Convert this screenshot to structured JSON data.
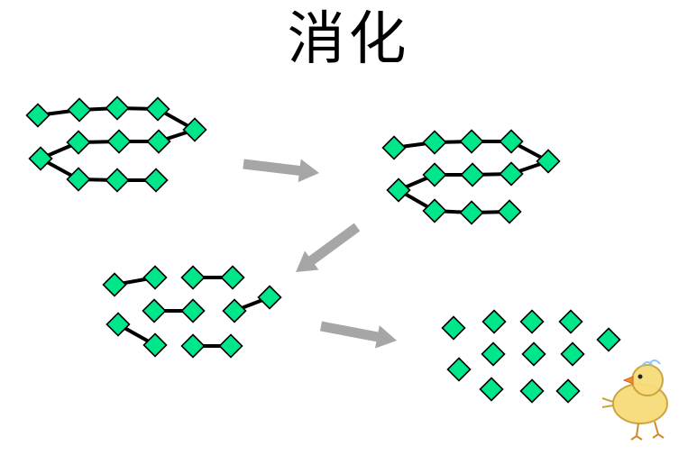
{
  "title": "消化",
  "colors": {
    "bead_fill": "#00e68a",
    "bead_stroke": "#000000",
    "bond": "#000000",
    "arrow": "#a6a6a6",
    "chick_body": "#f3d36b",
    "chick_outline": "#c9a23a"
  },
  "icons": [
    "arrow-icon",
    "amino-acid-bead-icon",
    "peptide-bond-icon",
    "chick-icon"
  ],
  "stages": [
    "protein-chain",
    "digested-chain",
    "peptide-fragments",
    "amino-acids"
  ]
}
